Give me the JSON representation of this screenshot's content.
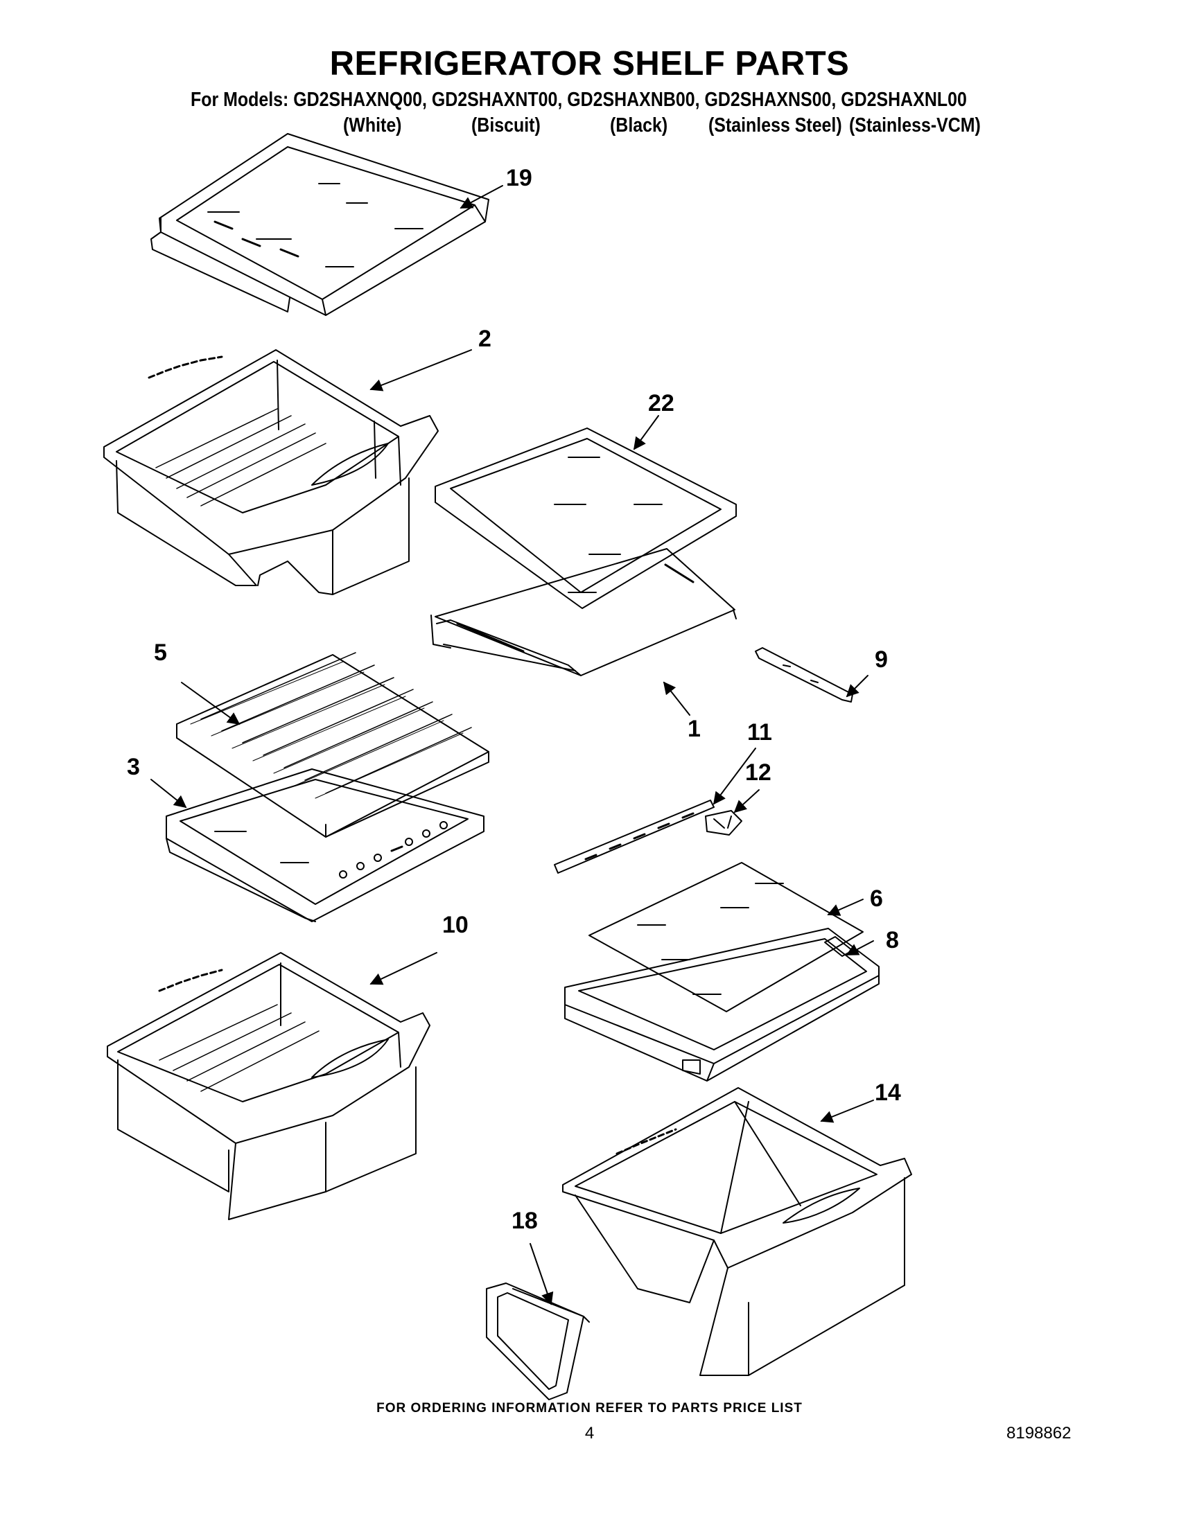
{
  "header": {
    "title": "REFRIGERATOR SHELF PARTS",
    "models_line": "For Models: GD2SHAXNQ00, GD2SHAXNT00, GD2SHAXNB00, GD2SHAXNS00, GD2SHAXNL00",
    "finishes": [
      "(White)",
      "(Biscuit)",
      "(Black)",
      "(Stainless Steel)",
      "(Stainless-VCM)"
    ]
  },
  "callouts": {
    "p19": "19",
    "p2": "2",
    "p22": "22",
    "p5": "5",
    "p9": "9",
    "p1": "1",
    "p11": "11",
    "p12": "12",
    "p3": "3",
    "p6": "6",
    "p8": "8",
    "p10": "10",
    "p14": "14",
    "p18": "18"
  },
  "footer": {
    "note": "FOR ORDERING INFORMATION REFER TO PARTS PRICE LIST",
    "page_number": "4",
    "doc_number": "8198862"
  }
}
